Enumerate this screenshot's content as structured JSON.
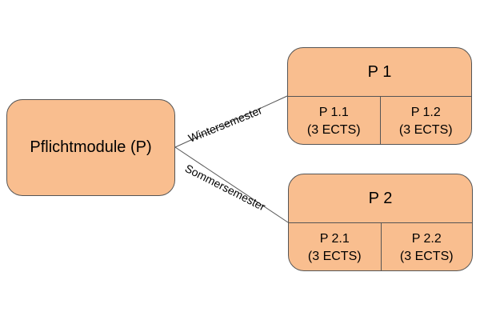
{
  "diagram": {
    "root": {
      "label": "Pflichtmodule (P)"
    },
    "edges": [
      {
        "label": "Wintersemester"
      },
      {
        "label": "Sommersemester"
      }
    ],
    "groups": [
      {
        "label": "P 1",
        "modules": [
          {
            "name": "P 1.1",
            "credits": "(3 ECTS)"
          },
          {
            "name": "P 1.2",
            "credits": "(3 ECTS)"
          }
        ]
      },
      {
        "label": "P 2",
        "modules": [
          {
            "name": "P 2.1",
            "credits": "(3 ECTS)"
          },
          {
            "name": "P 2.2",
            "credits": "(3 ECTS)"
          }
        ]
      }
    ],
    "colors": {
      "box_fill": "#f9be8f",
      "box_border": "#555555",
      "line": "#555555"
    }
  }
}
